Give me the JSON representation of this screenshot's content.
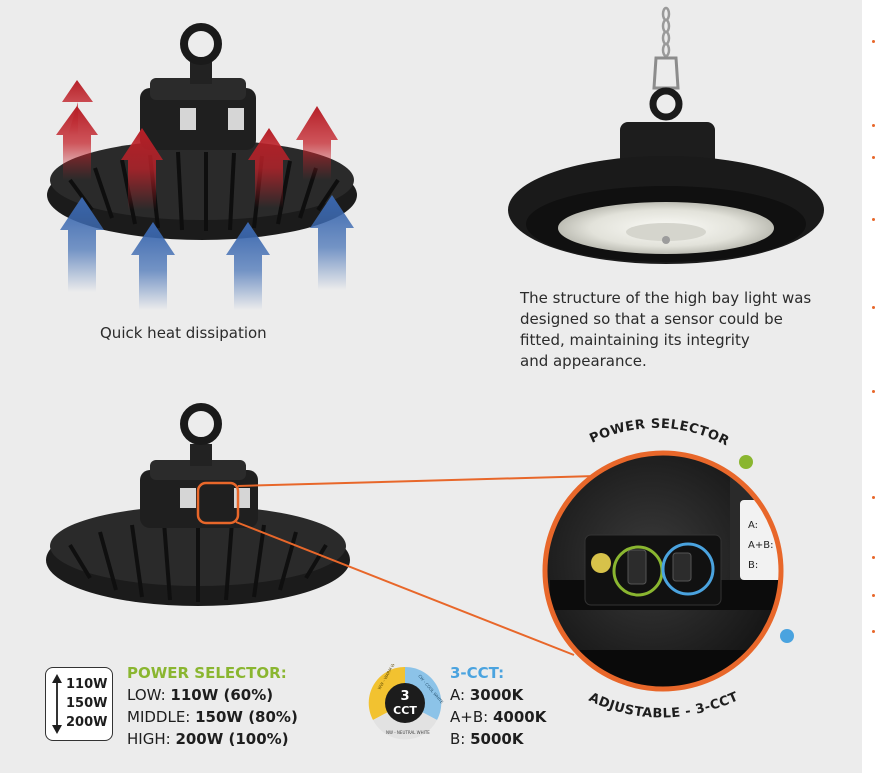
{
  "captions": {
    "heat": "Quick heat dissipation",
    "structure_lines": [
      "The structure of the high bay light was",
      "designed so that a sensor could be",
      "fitted, maintaining its integrity",
      "and appearance."
    ]
  },
  "callout": {
    "top_label": "POWER SELECTOR",
    "bottom_label": "ADJUSTABLE - 3-CCT",
    "plate_lines": [
      "A:",
      "A+B:",
      "B:"
    ]
  },
  "power_selector": {
    "title": "POWER SELECTOR:",
    "watts": [
      "110W",
      "150W",
      "200W"
    ],
    "rows": [
      {
        "label": "LOW: ",
        "value": "110W (60%)"
      },
      {
        "label": "MIDDLE: ",
        "value": "150W (80%)"
      },
      {
        "label": "HIGH: ",
        "value": "200W (100%)"
      }
    ]
  },
  "cct": {
    "title": "3-CCT:",
    "badge_number": "3",
    "badge_text": "CCT",
    "ring_labels": [
      "WW - WARM WHITE",
      "CW - COOL WHITE",
      "NW - NEUTRAL WHITE"
    ],
    "rows": [
      {
        "label": "A: ",
        "value": "3000K"
      },
      {
        "label": "A+B: ",
        "value": "4000K"
      },
      {
        "label": "B: ",
        "value": "5000K"
      }
    ]
  },
  "colors": {
    "panel_bg": "#ececec",
    "accent_orange": "#e8672a",
    "power_green": "#8ab630",
    "cct_blue": "#4aa3df",
    "arrow_red": "#c4222a",
    "arrow_blue": "#3f6db4"
  },
  "icons": [
    "hot-air-arrow-icon",
    "cool-air-arrow-icon",
    "double-arrow-icon",
    "cct-badge-icon"
  ]
}
